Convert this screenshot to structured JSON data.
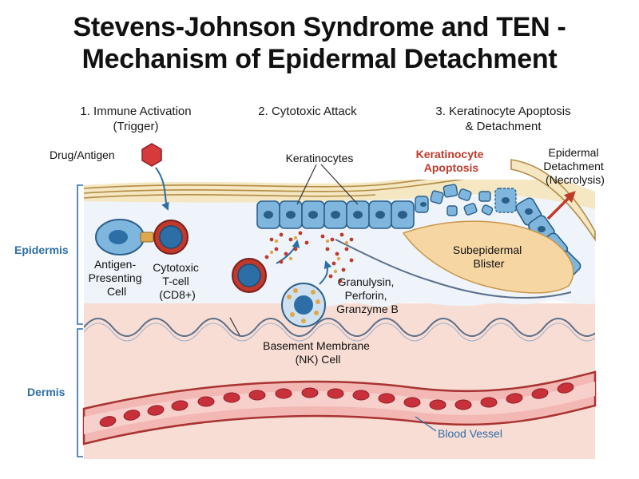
{
  "title": {
    "line1": "Stevens-Johnson Syndrome and TEN -",
    "line2": "Mechanism of Epidermal Detachment"
  },
  "steps": [
    {
      "line1": "1. Immune Activation",
      "line2": "(Trigger)"
    },
    {
      "line1": "2. Cytotoxic Attack",
      "line2": ""
    },
    {
      "line1": "3. Keratinocyte Apoptosis",
      "line2": "& Detachment"
    }
  ],
  "labels": {
    "drug_antigen": "Drug/Antigen",
    "keratinocytes": "Keratinocytes",
    "keratinocyte_apoptosis": [
      "Keratinocyte",
      "Apoptosis"
    ],
    "epidermal_detachment": [
      "Epidermal",
      "Detachment",
      "(Necrolysis)"
    ],
    "apc": [
      "Antigen-",
      "Presenting",
      "Cell"
    ],
    "tcell": [
      "Cytotoxic",
      "T-cell",
      "(CD8+)"
    ],
    "granules": [
      "Granulysin,",
      "Perforin,",
      "Granzyme B"
    ],
    "blister": [
      "Subepidermal",
      "Blister"
    ],
    "basement": [
      "Basement Membrane",
      "(NK) Cell"
    ],
    "blood_vessel": "Blood Vessel",
    "epidermis": "Epidermis",
    "dermis": "Dermis"
  },
  "colors": {
    "title": "#111111",
    "apoptosis_label": "#c0392b",
    "layer_label": "#2e6ea6",
    "drug": "#d63a3a",
    "dermis": "#f8ddd4",
    "epidermis": "#eef4fa",
    "keratinocyte": "#7fb6dd",
    "blister": "#f6d7a3",
    "rbc": "#c8303a",
    "arrow": "#2e6ea6"
  }
}
